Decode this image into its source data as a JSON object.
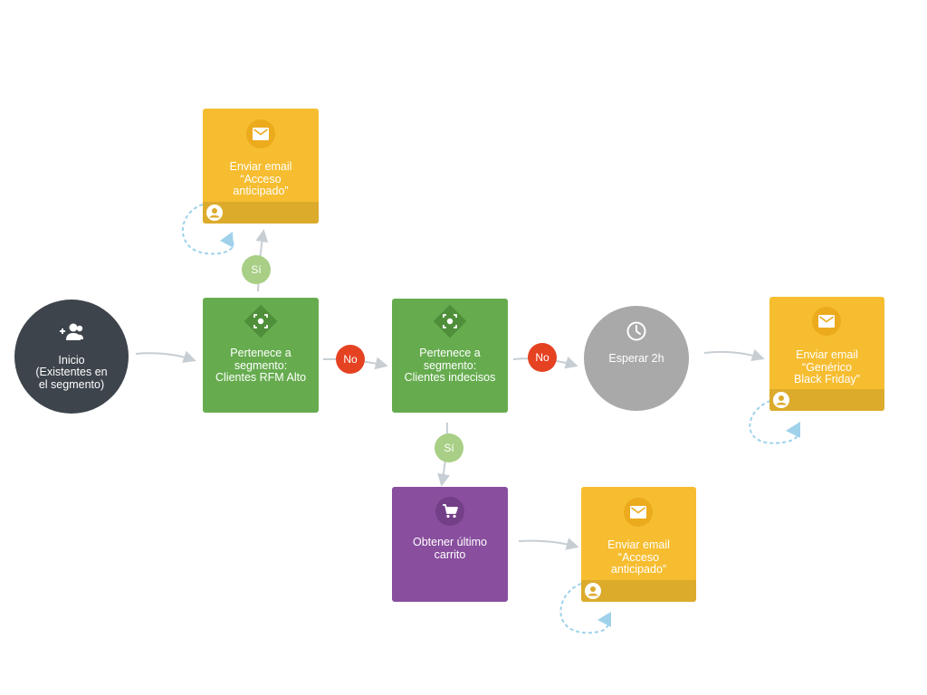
{
  "colors": {
    "start": "#3d444c",
    "segment": "#66ac4f",
    "segment_icon": "#4f8f3a",
    "email": "#f6bd30",
    "email_icon": "#ecaa1d",
    "email_footer": "#dcab2c",
    "cart": "#894e9e",
    "cart_icon": "#733f87",
    "wait": "#a9a9a9",
    "badge_yes": "#a8cf85",
    "badge_no": "#e54222",
    "arrow": "#c7ced3",
    "loop": "#9fd2ea"
  },
  "nodes": {
    "start": {
      "label": "Inicio\n(Existentes en\nel segmento)",
      "icon": "add-users-icon"
    },
    "segment_rfm": {
      "label": "Pertenece a\nsegmento:\nClientes RFM Alto",
      "icon": "segment-target-icon"
    },
    "segment_undecided": {
      "label": "Pertenece a\nsegmento:\nClientes indecisos",
      "icon": "segment-target-icon"
    },
    "wait": {
      "label": "Esperar 2h",
      "icon": "clock-icon"
    },
    "email_early_top": {
      "label": "Enviar email\n“Acceso\nanticipado”",
      "icon": "envelope-icon"
    },
    "email_generic": {
      "label": "Enviar email\n“Genérico\nBlack Friday”",
      "icon": "envelope-icon"
    },
    "cart": {
      "label": "Obtener último\ncarrito",
      "icon": "cart-icon"
    },
    "email_early_bottom": {
      "label": "Enviar email\n“Acceso\nanticipado”",
      "icon": "envelope-icon"
    }
  },
  "badges": {
    "yes_top": "Sí",
    "no_first": "No",
    "no_second": "No",
    "yes_bottom": "Sí"
  }
}
